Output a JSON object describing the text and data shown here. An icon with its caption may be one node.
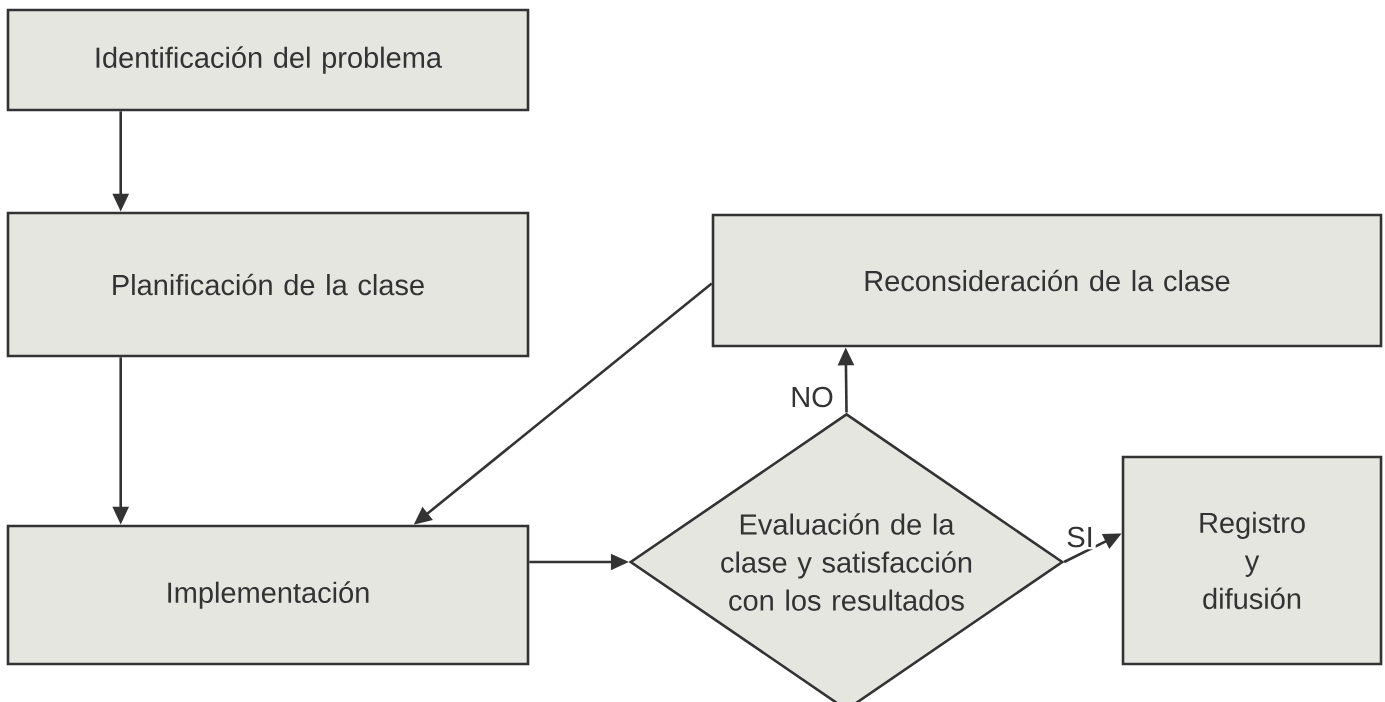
{
  "diagram": {
    "nodes": [
      {
        "text": [
          "Identificación del problema"
        ]
      },
      {
        "text": [
          "Planificación de la clase"
        ]
      },
      {
        "text": [
          "Reconsideración de la clase"
        ]
      },
      {
        "text": [
          "Implementación"
        ]
      },
      {
        "text": [
          "Evaluación de la clase y satisfacción con los resultados"
        ]
      },
      {
        "text": [
          "Registro y difusión"
        ]
      }
    ],
    "edges": [
      {
        "from": 0,
        "to": 1,
        "arrow": "to"
      },
      {
        "from": 1,
        "to": 3,
        "arrow": "to"
      },
      {
        "from": 2,
        "to": 3,
        "arrow": "to"
      },
      {
        "from": 3,
        "to": 4,
        "arrow": "to"
      },
      {
        "from": 4,
        "to": 2,
        "arrow": "to",
        "label": "NO"
      },
      {
        "from": 4,
        "to": 5,
        "arrow": "to",
        "label": "SI"
      }
    ]
  }
}
